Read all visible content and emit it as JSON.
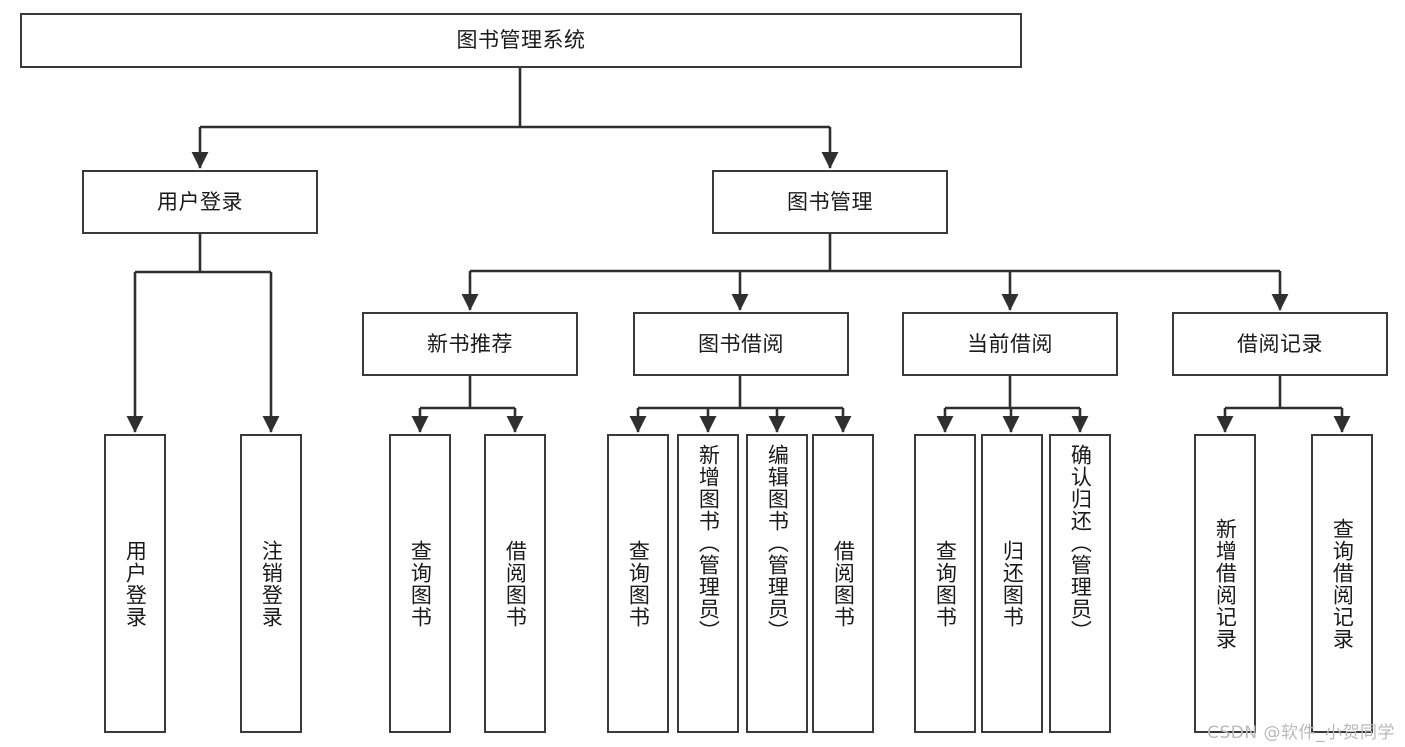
{
  "diagram": {
    "type": "tree-hierarchy",
    "title": "图书管理系统",
    "root": {
      "label": "图书管理系统"
    },
    "level2": [
      {
        "label": "用户登录"
      },
      {
        "label": "图书管理"
      }
    ],
    "level3": [
      {
        "label": "新书推荐"
      },
      {
        "label": "图书借阅"
      },
      {
        "label": "当前借阅"
      },
      {
        "label": "借阅记录"
      }
    ],
    "leaves": {
      "user_login": [
        {
          "label": "用户登录"
        },
        {
          "label": "注销登录"
        }
      ],
      "new_book_recommend": [
        {
          "label": "查询图书"
        },
        {
          "label": "借阅图书"
        }
      ],
      "book_borrow": [
        {
          "label": "查询图书"
        },
        {
          "label": "新增图书（管理员）"
        },
        {
          "label": "编辑图书（管理员）"
        },
        {
          "label": "借阅图书"
        }
      ],
      "current_borrow": [
        {
          "label": "查询图书"
        },
        {
          "label": "归还图书"
        },
        {
          "label": "确认归还（管理员）"
        }
      ],
      "borrow_record": [
        {
          "label": "新增借阅记录"
        },
        {
          "label": "查询借阅记录"
        }
      ]
    },
    "colors": {
      "box_border": "#3a3a3a",
      "box_fill": "#ffffff",
      "connector": "#2f2f2f",
      "text": "#1a1a1a",
      "watermark": "#b9b9b9"
    }
  },
  "watermark": {
    "text": "CSDN @软件_小贺同学"
  }
}
